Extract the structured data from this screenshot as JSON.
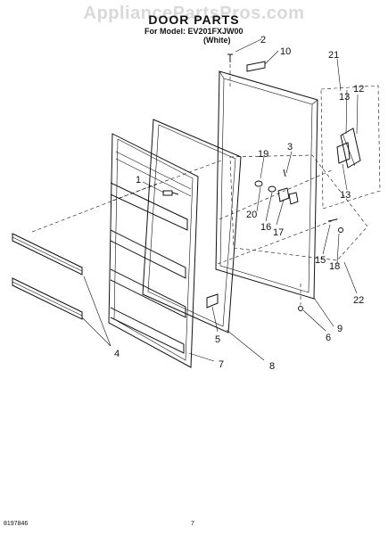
{
  "watermark": "AppliancePartsPros.com",
  "title": "DOOR PARTS",
  "model_line": "For Model: EV201FXJW00",
  "variant": "(White)",
  "footer": {
    "doc_number": "8197846",
    "page_number": "7"
  },
  "callouts": [
    "1",
    "2",
    "3",
    "4",
    "5",
    "6",
    "7",
    "8",
    "9",
    "10",
    "12",
    "13",
    "13",
    "15",
    "16",
    "17",
    "18",
    "19",
    "20",
    "21",
    "22"
  ]
}
